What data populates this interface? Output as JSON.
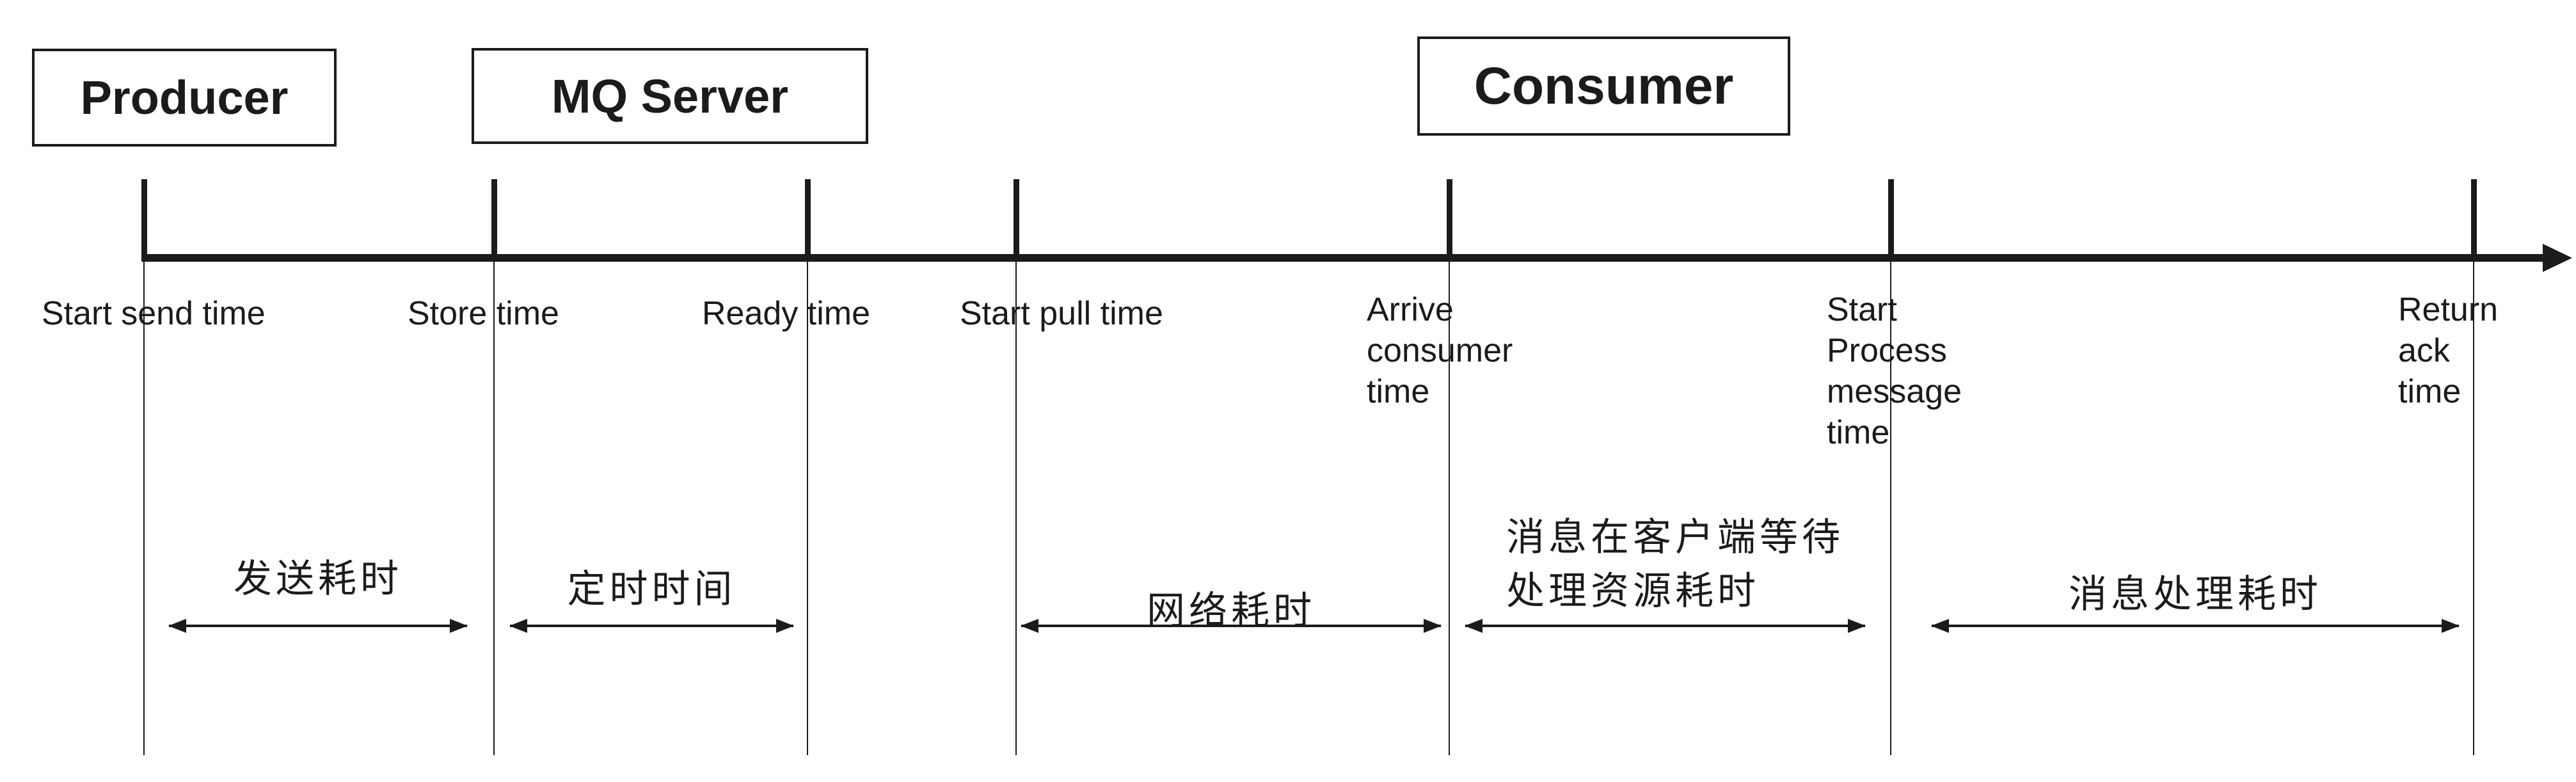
{
  "actors": [
    {
      "label": "Producer"
    },
    {
      "label": "MQ Server"
    },
    {
      "label": "Consumer"
    }
  ],
  "timeline": {
    "ticks": [
      {
        "label": "Start send time"
      },
      {
        "label": "Store time"
      },
      {
        "label": "Ready time"
      },
      {
        "label": "Start pull time"
      },
      {
        "label": "Arrive\nconsumer\ntime"
      },
      {
        "label": "Start\nProcess\nmessage\ntime"
      },
      {
        "label": "Return\nack\ntime"
      }
    ]
  },
  "durations": [
    {
      "label": "发送耗时"
    },
    {
      "label": "定时时间"
    },
    {
      "label": "网络耗时"
    },
    {
      "label": "消息在客户端等待\n处理资源耗时"
    },
    {
      "label": "消息处理耗时"
    }
  ],
  "colors": {
    "ink": "#1b1b1b",
    "background": "#ffffff"
  }
}
